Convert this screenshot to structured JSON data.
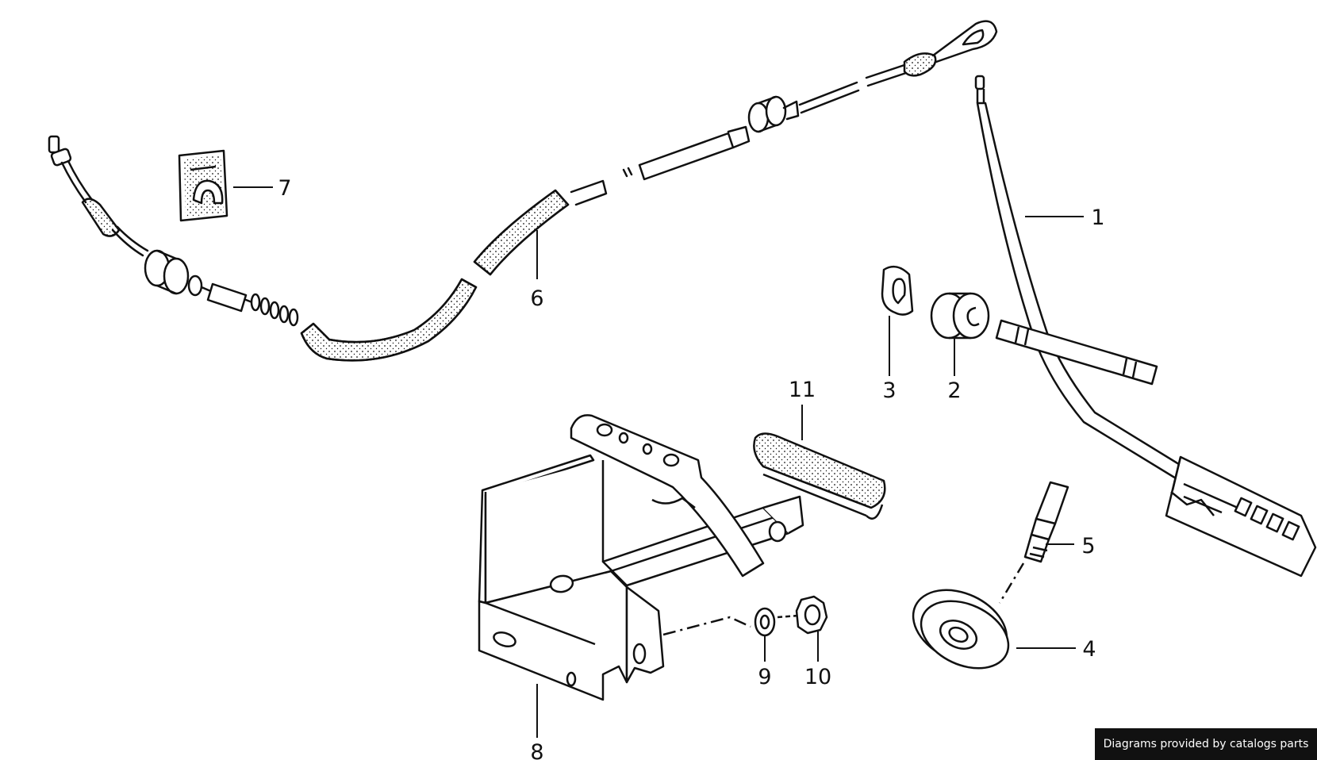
{
  "diagram": {
    "callouts": [
      {
        "id": "part-1",
        "label": "1"
      },
      {
        "id": "part-2",
        "label": "2"
      },
      {
        "id": "part-3",
        "label": "3"
      },
      {
        "id": "part-4",
        "label": "4"
      },
      {
        "id": "part-5",
        "label": "5"
      },
      {
        "id": "part-6",
        "label": "6"
      },
      {
        "id": "part-7",
        "label": "7"
      },
      {
        "id": "part-8",
        "label": "8"
      },
      {
        "id": "part-9",
        "label": "9"
      },
      {
        "id": "part-10",
        "label": "10"
      },
      {
        "id": "part-11",
        "label": "11"
      }
    ]
  },
  "footer": {
    "credit": "Diagrams provided by catalogs parts"
  },
  "colors": {
    "ink": "#111111",
    "background": "#ffffff",
    "badge_background": "#111111",
    "badge_text": "#ffffff"
  }
}
